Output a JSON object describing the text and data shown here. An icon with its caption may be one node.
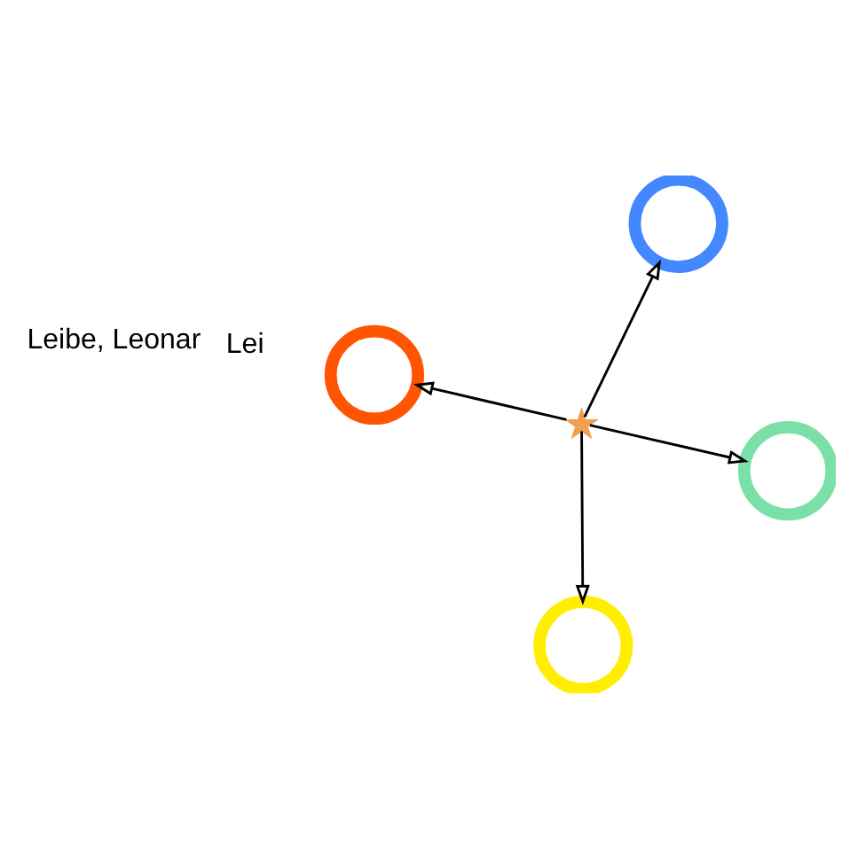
{
  "diagram": {
    "nodes": [
      {
        "text": [],
        "shape": "star"
      },
      {
        "text": [],
        "shape": "circle"
      },
      {
        "text": [],
        "shape": "circle"
      },
      {
        "text": [],
        "shape": "circle"
      },
      {
        "text": [],
        "shape": "circle"
      }
    ],
    "edges": [
      {
        "from": 0,
        "to": 1,
        "arrow": "to"
      },
      {
        "from": 0,
        "to": 2,
        "arrow": "to"
      },
      {
        "from": 0,
        "to": 3,
        "arrow": "to"
      },
      {
        "from": 0,
        "to": 4,
        "arrow": "to"
      }
    ],
    "labels": [
      "Lei",
      "Leibe, Leonar"
    ]
  }
}
